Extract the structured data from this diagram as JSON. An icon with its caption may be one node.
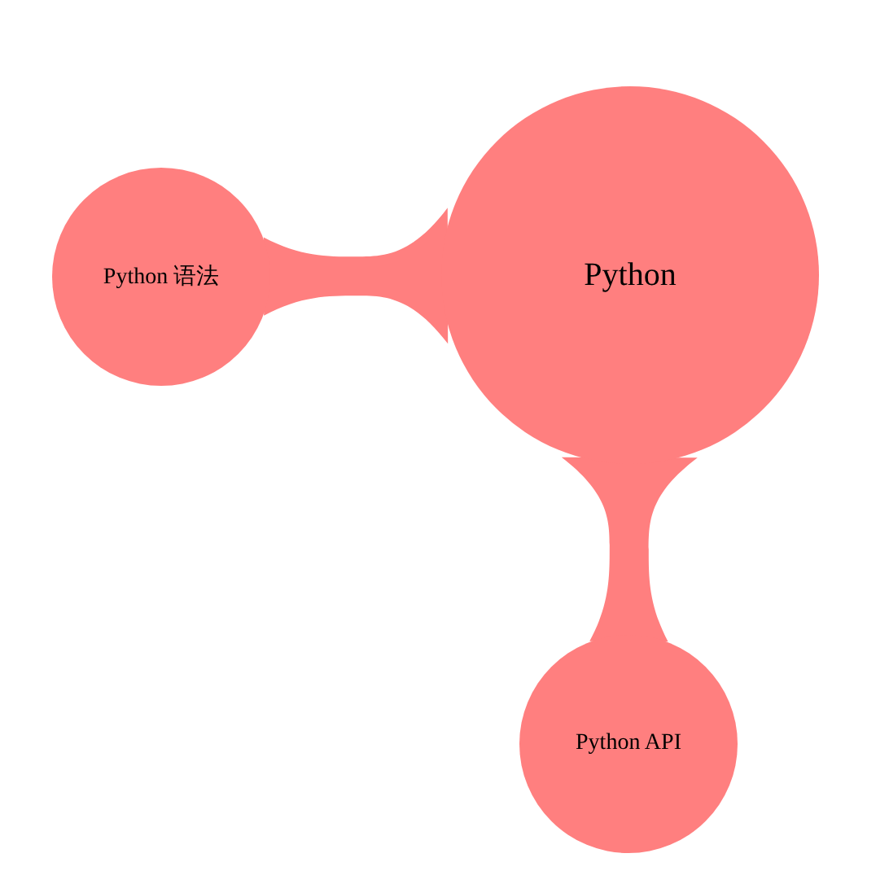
{
  "diagram": {
    "nodes": [
      {
        "text": [
          "Python"
        ]
      },
      {
        "text": [
          "Python 语法"
        ]
      },
      {
        "text": [
          "Python API"
        ]
      }
    ],
    "edges": [
      {
        "from": 0,
        "to": 1,
        "arrow": "none"
      },
      {
        "from": 0,
        "to": 2,
        "arrow": "none"
      }
    ]
  }
}
